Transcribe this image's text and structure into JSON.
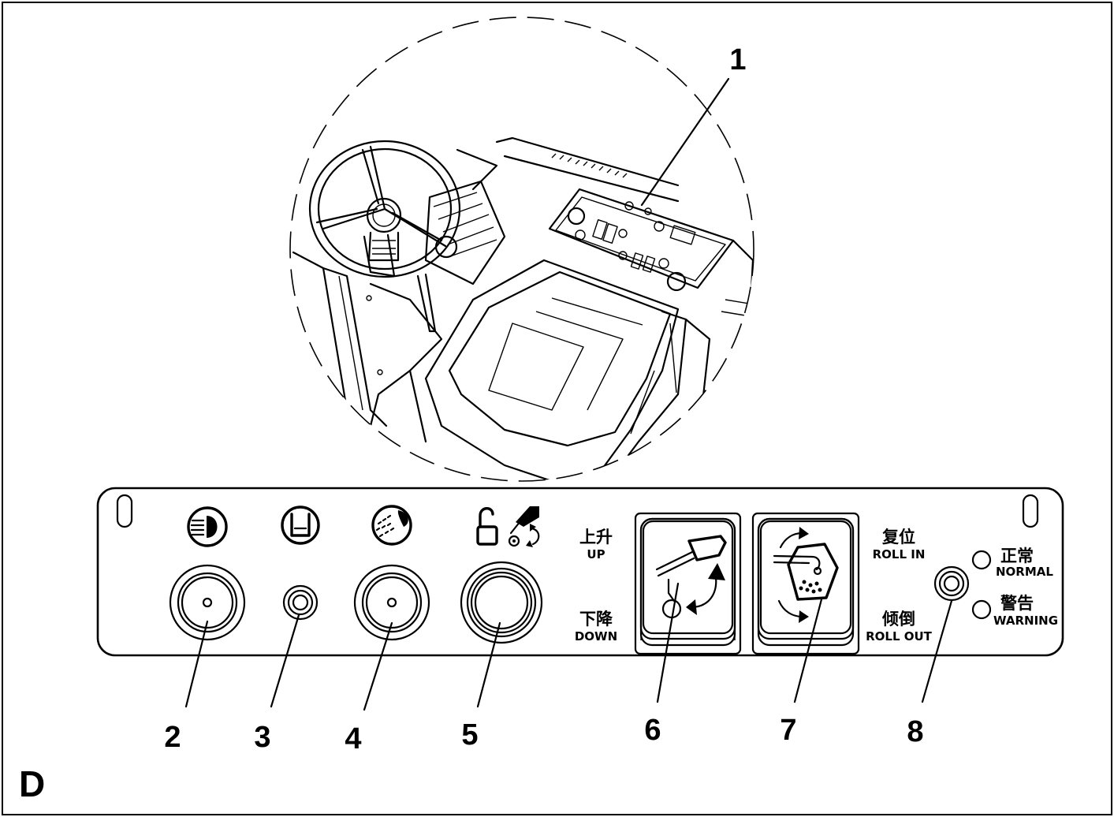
{
  "figure_label": "D",
  "callouts": [
    "1",
    "2",
    "3",
    "4",
    "5",
    "6",
    "7",
    "8"
  ],
  "panel": {
    "up_cn": "上升",
    "up_en": "UP",
    "down_cn": "下降",
    "down_en": "DOWN",
    "roll_in_cn": "复位",
    "roll_in_en": "ROLL IN",
    "roll_out_cn": "倾倒",
    "roll_out_en": "ROLL OUT",
    "normal_cn": "正常",
    "normal_en": "NORMAL",
    "warning_cn": "警告",
    "warning_en": "WARNING"
  },
  "icons": {
    "item2": "headlight-icon",
    "item3": "tank-level-icon",
    "item4": "spray-icon",
    "item5": "unlock-hopper-icon",
    "item6": "hopper-lift-icon",
    "item7": "hopper-tilt-icon"
  }
}
